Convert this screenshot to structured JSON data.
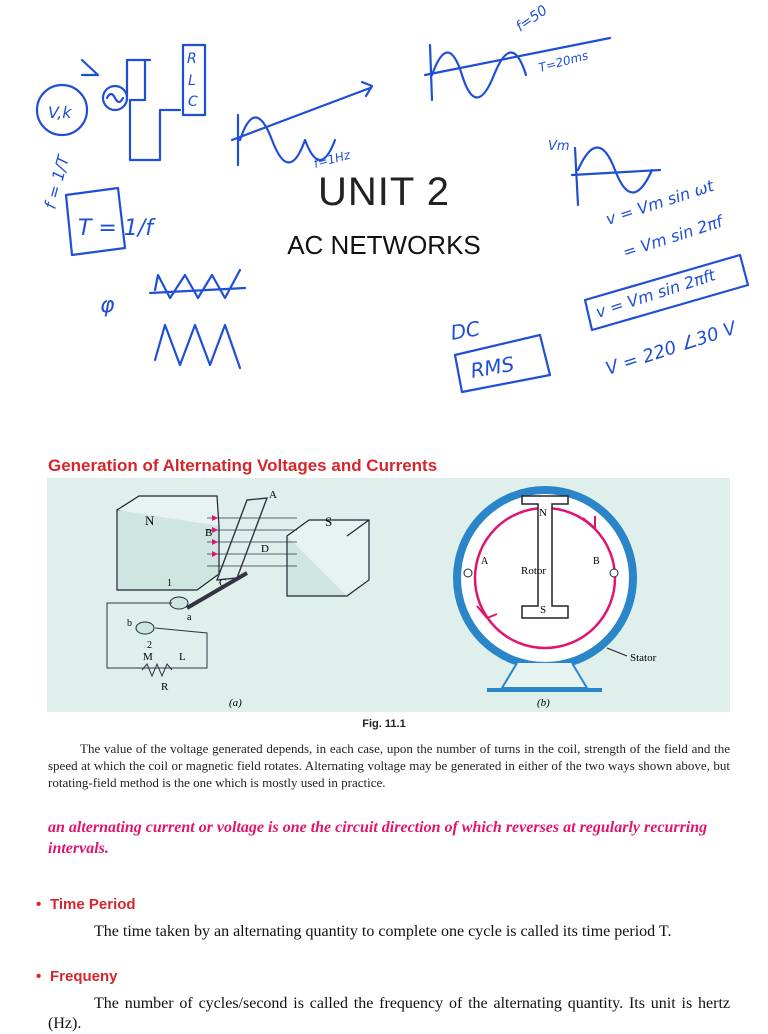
{
  "title": "UNIT 2",
  "subtitle": "AC NETWORKS",
  "handwritten": {
    "vk": "V,k",
    "rlc": [
      "R",
      "L",
      "C"
    ],
    "f50": "f=50",
    "t20": "T=20ms",
    "f1hz": "f=1Hz",
    "vm": "Vm",
    "freq_formula": "f = 1/T",
    "period_formula": "T = 1/f",
    "phi": "φ",
    "dc": "DC",
    "rms": "RMS",
    "eq1": "v = Vm sin ωt",
    "eq2": "= Vm sin 2πf",
    "eq3": "v = Vm sin 2πft",
    "eq4": "V = 220 ∠30 V"
  },
  "section_heading": "Generation of Alternating Voltages and Currents",
  "figure": {
    "fig_a": {
      "pole_n": "N",
      "pole_s": "S",
      "points": [
        "A",
        "B",
        "C",
        "D"
      ],
      "ring_labels": [
        "1",
        "a",
        "b",
        "2"
      ],
      "circuit_labels": [
        "M",
        "L",
        "R"
      ],
      "caption": "(a)"
    },
    "fig_b": {
      "pole_n": "N",
      "pole_s": "S",
      "point_a": "A",
      "point_b": "B",
      "rotor_label": "Rotor",
      "stator_label": "Stator",
      "caption": "(b)"
    },
    "caption": "Fig. 11.1"
  },
  "body_text": "The value of the voltage generated depends, in each case, upon the number of turns in the coil, strength of the field and the speed at which the coil or magnetic field rotates. Alternating voltage may be generated in either of the two ways shown above, but rotating-field method is the one which is mostly used in practice.",
  "definition": "an alternating current or voltage is one the circuit direction of which reverses at regularly recurring intervals.",
  "bullets": [
    {
      "heading": "Time Period",
      "text": "The time taken by an alternating quantity to complete one cycle is called its time period T."
    },
    {
      "heading": "Frequeny",
      "text": "The number of cycles/second is called the frequency of the alternating quantity. Its unit is hertz (Hz)."
    }
  ],
  "colors": {
    "heading_red": "#d6262b",
    "definition_magenta": "#e0156e",
    "ink_blue": "#1f4fd6",
    "figure_bg": "#dff0ec"
  }
}
